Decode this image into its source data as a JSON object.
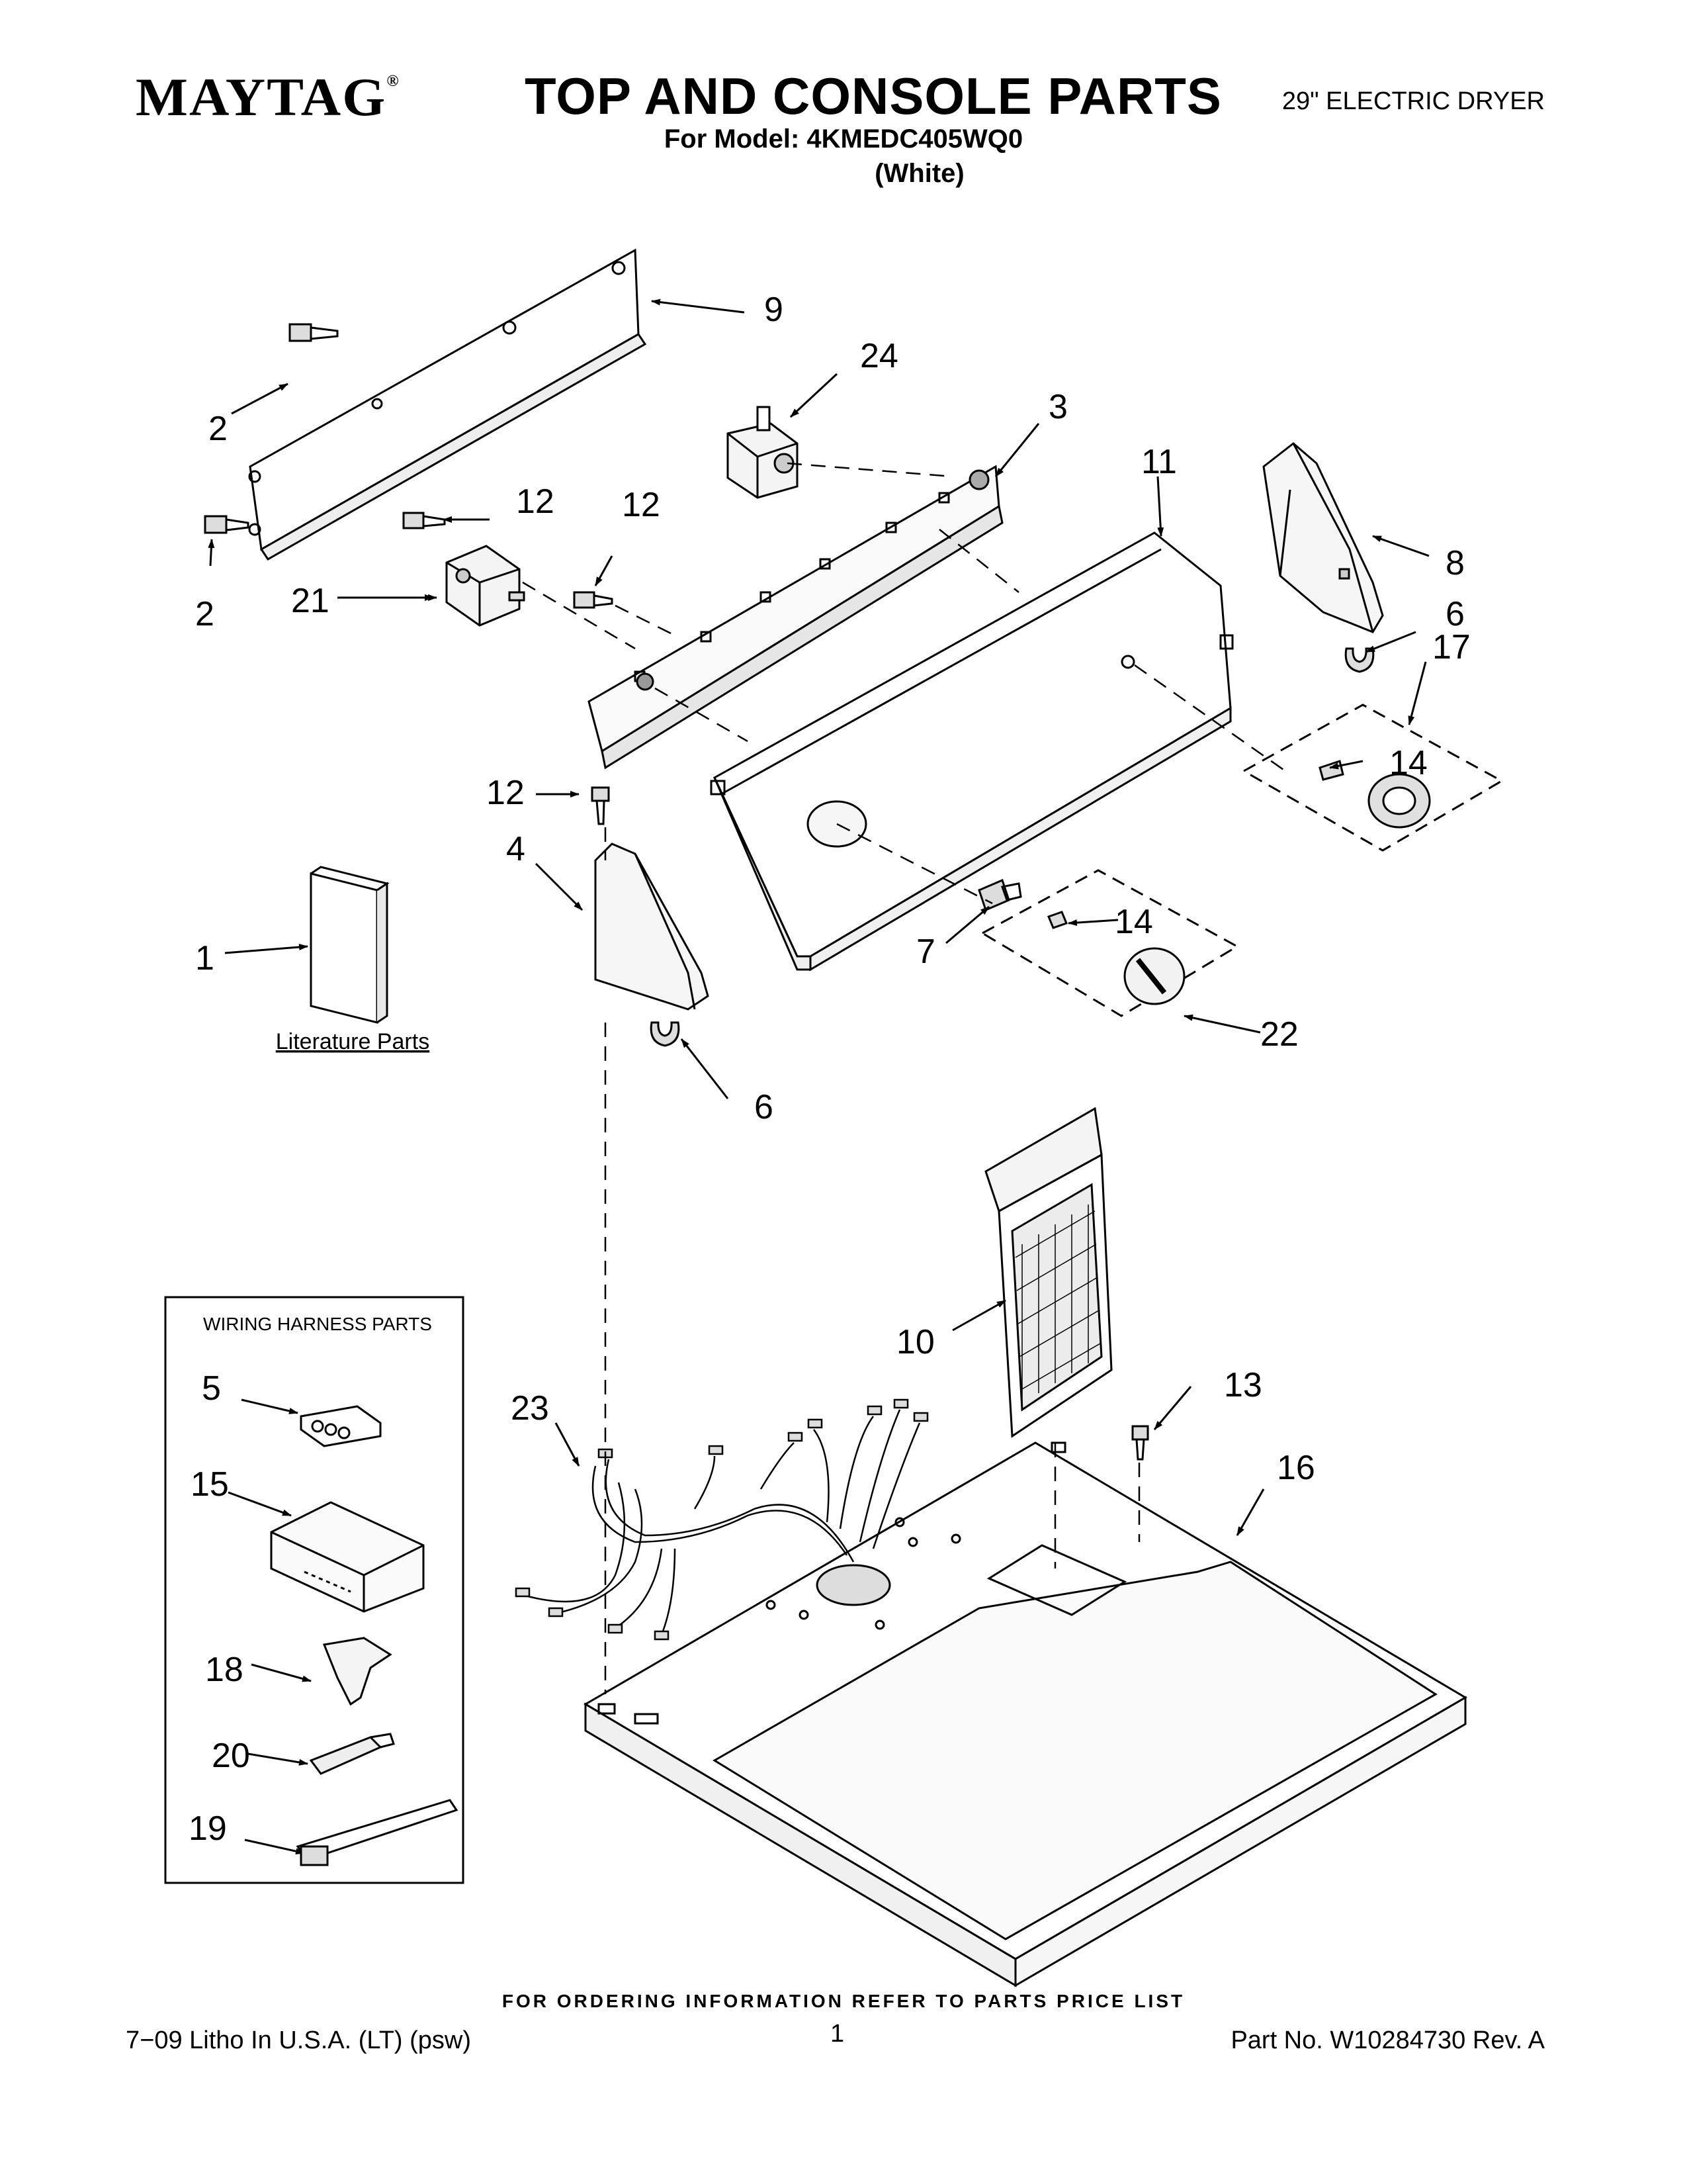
{
  "header": {
    "brand": "MAYTAG",
    "brand_mark": "®",
    "title": "TOP AND CONSOLE PARTS",
    "model_line": "For Model: 4KMEDC405WQ0",
    "color_line": "(White)",
    "product_type": "29\" ELECTRIC DRYER"
  },
  "diagram": {
    "callouts": {
      "c1": "1",
      "c2a": "2",
      "c2b": "2",
      "c3": "3",
      "c4": "4",
      "c5": "5",
      "c6a": "6",
      "c6b": "6",
      "c7": "7",
      "c8": "8",
      "c9": "9",
      "c10": "10",
      "c11": "11",
      "c12a": "12",
      "c12b": "12",
      "c12c": "12",
      "c13": "13",
      "c14a": "14",
      "c14b": "14",
      "c15": "15",
      "c16": "16",
      "c17": "17",
      "c18": "18",
      "c19": "19",
      "c20": "20",
      "c21": "21",
      "c22": "22",
      "c23": "23",
      "c24": "24"
    },
    "literature_label": "Literature Parts",
    "wiring_box_title": "WIRING HARNESS PARTS"
  },
  "footer": {
    "ordering_note": "FOR ORDERING INFORMATION REFER TO PARTS PRICE LIST",
    "litho": "7−09 Litho In U.S.A. (LT) (psw)",
    "page_number": "1",
    "part_no": "Part No. W10284730 Rev. A"
  }
}
